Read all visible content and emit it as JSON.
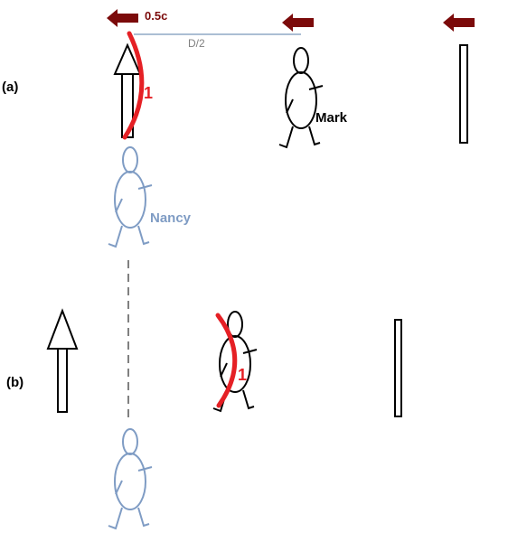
{
  "colors": {
    "arrow": "#7b0a0a",
    "signal": "#e52025",
    "nancy": "#7f9cc4",
    "mark": "#000000",
    "distance": "#8fa9c6",
    "dashed": "#808080"
  },
  "icons": [
    "velocity-arrow-icon",
    "stick-figure-icon",
    "pole-icon",
    "up-arrow-icon"
  ],
  "panels": {
    "a": {
      "label": "(a)"
    },
    "b": {
      "label": "(b)"
    }
  },
  "velocity": {
    "label": "0.5c"
  },
  "distance": {
    "label": "D/2"
  },
  "figures": {
    "mark": {
      "name": "Mark"
    },
    "nancy": {
      "name": "Nancy"
    }
  },
  "signal": {
    "label": "1"
  }
}
